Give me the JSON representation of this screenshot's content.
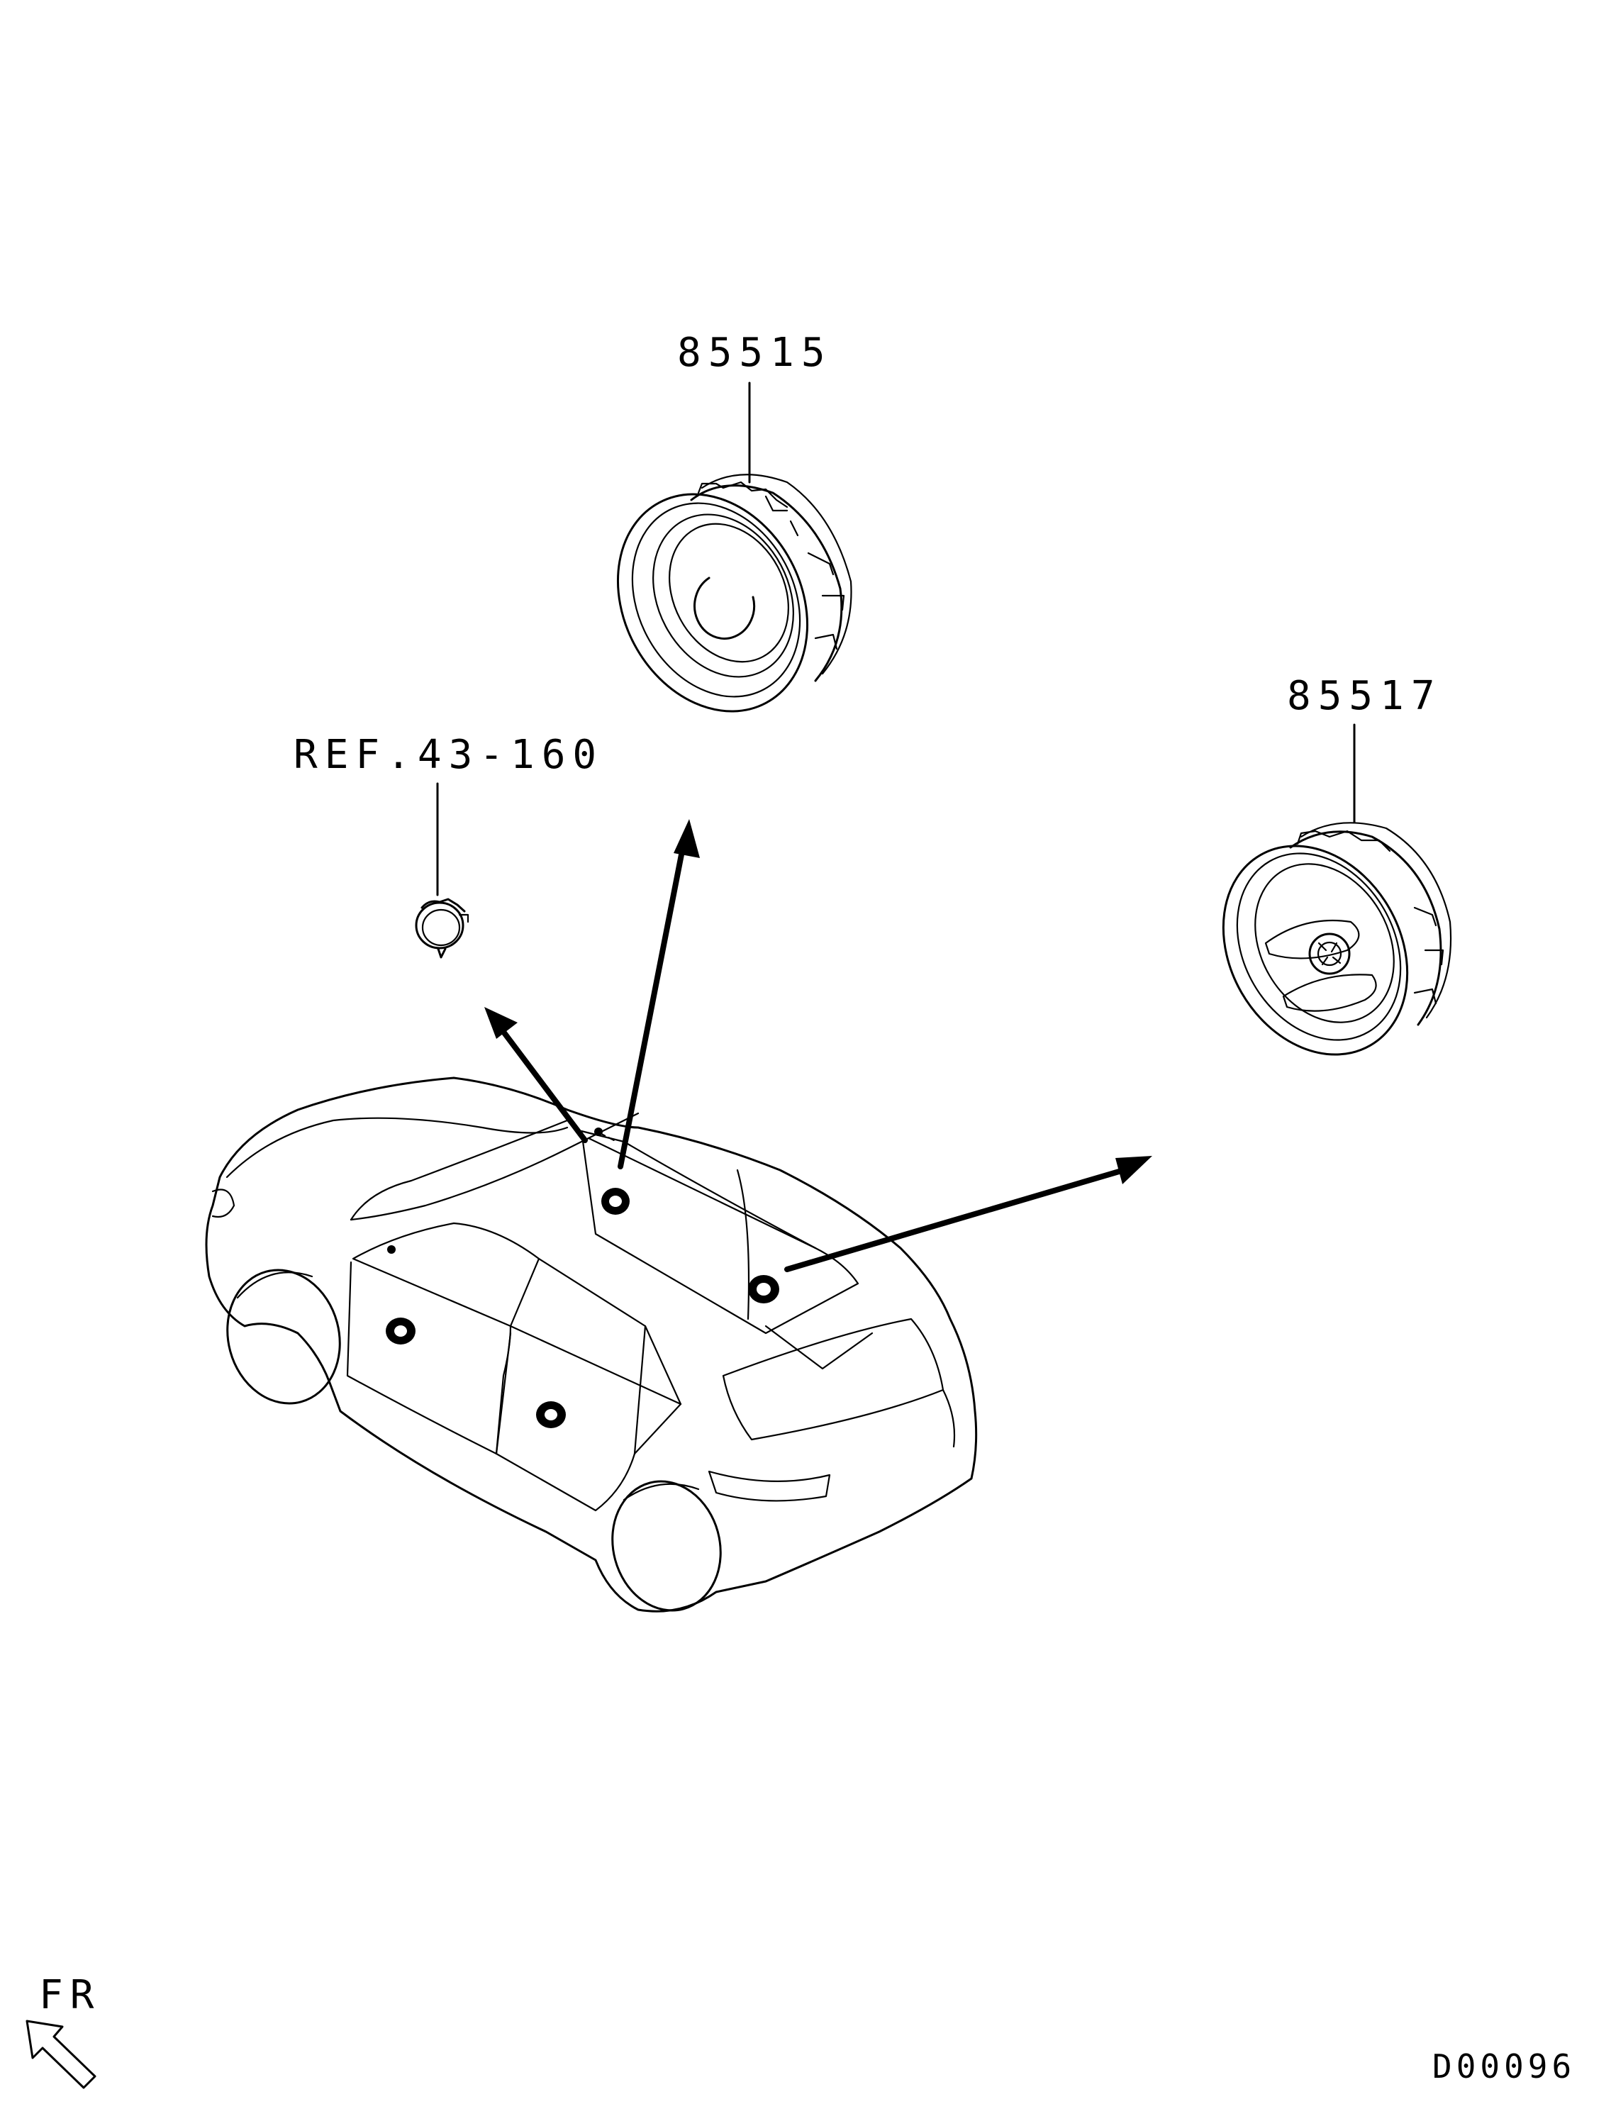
{
  "labels": {
    "part_85515": "85515",
    "part_85517": "85517",
    "ref_tweeter": "REF.43-160",
    "front_indicator": "FR",
    "diagram_code": "D00096"
  },
  "icons": {
    "front_arrow": "outline-arrow-icon",
    "speaker": "speaker-icon",
    "tweeter": "tweeter-icon"
  },
  "colors": {
    "line": "#000000",
    "background": "#ffffff"
  }
}
